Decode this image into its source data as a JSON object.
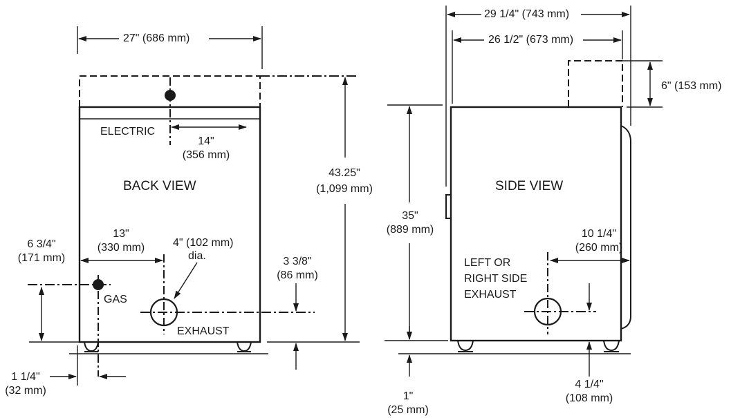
{
  "back_view": {
    "title": "BACK VIEW",
    "electric_label": "ELECTRIC",
    "gas_label": "GAS",
    "exhaust_label": "EXHAUST",
    "dim_width": "27\" (686 mm)",
    "dim_electric_offset_in": "14\"",
    "dim_electric_offset_mm": "(356 mm)",
    "dim_height_total_in": "43.25\"",
    "dim_height_total_mm": "(1,099 mm)",
    "dim_exhaust_offset_in": "13\"",
    "dim_exhaust_offset_mm": "(330 mm)",
    "dim_exhaust_dia_1": "4\" (102 mm)",
    "dim_exhaust_dia_2": "dia.",
    "dim_gas_height_in": "6 3/4\"",
    "dim_gas_height_mm": "(171 mm)",
    "dim_exhaust_height_in": "3 3/8\"",
    "dim_exhaust_height_mm": "(86 mm)",
    "dim_gas_offset_in": "1 1/4\"",
    "dim_gas_offset_mm": "(32 mm)"
  },
  "side_view": {
    "title": "SIDE VIEW",
    "exhaust_label_1": "LEFT OR",
    "exhaust_label_2": "RIGHT SIDE",
    "exhaust_label_3": "EXHAUST",
    "dim_depth_total": "29 1/4\" (743 mm)",
    "dim_depth_body": "26 1/2\" (673 mm)",
    "dim_top_extension": "6\" (153 mm)",
    "dim_height_in": "35\"",
    "dim_height_mm": "(889 mm)",
    "dim_exhaust_offset_in": "10 1/4\"",
    "dim_exhaust_offset_mm": "(260 mm)",
    "dim_exhaust_height_in": "4 1/4\"",
    "dim_exhaust_height_mm": "(108 mm)",
    "dim_leg_height_in": "1\"",
    "dim_leg_height_mm": "(25 mm)"
  }
}
